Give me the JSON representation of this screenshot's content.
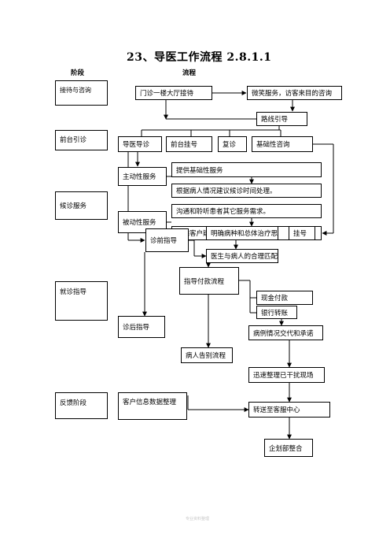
{
  "title": "23、导医工作流程 2.8.1.1",
  "headers": {
    "stage": "阶段",
    "process": "流程"
  },
  "stages": {
    "reception": "接待与咨询",
    "front_desk": "前台引诊",
    "waiting": "候诊服务",
    "consult": "就诊指导",
    "feedback": "反馈阶段"
  },
  "nodes": {
    "lobby": "门诊一楼大厅接待",
    "smile": "微笑服务，访客来目的咨询",
    "route": "路线引导",
    "guide": "导医导诊",
    "register_front": "前台挂号",
    "revisit": "复诊",
    "basic_consult": "基础性咨询",
    "active_service": "主动性服务",
    "provide_basic": "提供基础性服务",
    "suggest_wait": "根据病人情况建议候诊时间处理。",
    "passive_service": "被动性服务",
    "communicate": "沟通和聆听患者其它服务需求。",
    "resolve": "排除客户疑虑，及时处理问题",
    "pre_guide": "诊前指导",
    "clarify": "明确病种和总体治疗思路",
    "register": "挂号",
    "match": "医生与病人的合理匹配",
    "payment_flow": "指导付款流程",
    "cash": "现金付款",
    "bank": "银行转账",
    "explain": "病例情况交代和承诺",
    "post_guide": "诊后指导",
    "farewell": "病人告别流程",
    "tidy": "迅速整理已干扰现场",
    "customer_info": "客户信息数据整理",
    "transfer": "转送至客服中心",
    "planning": "企划部整合"
  },
  "footer": "专业资料整理"
}
